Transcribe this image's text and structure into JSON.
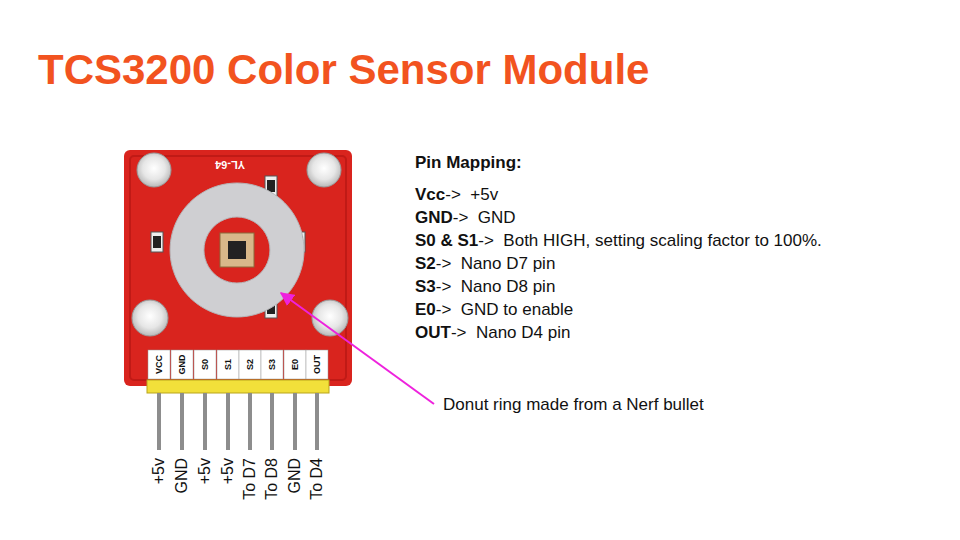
{
  "diagram": {
    "title": "TCS3200 Color Sensor Module",
    "labels": [
      "YL-64",
      "VCC",
      "GND",
      "S0",
      "S1",
      "S2",
      "S3",
      "E0",
      "OUT",
      "+5v",
      "GND",
      "+5v",
      "+5v",
      "To D7",
      "To D8",
      "GND",
      "To D4",
      "Pin Mapping:",
      "Vcc",
      "->  +5v",
      "GND",
      "->  GND",
      "S0 & S1",
      "->  Both HIGH, setting scaling factor to 100%.",
      "S2",
      "->  Nano D7 pin",
      "S3",
      "->  Nano D8 pin",
      "E0",
      "->  GND to enable",
      "OUT",
      "->  Nano D4 pin",
      "Donut ring made from a Nerf bullet"
    ]
  }
}
